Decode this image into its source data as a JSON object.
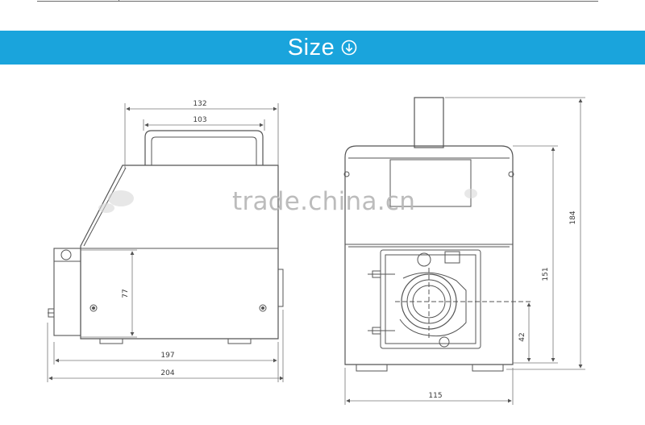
{
  "banner": {
    "title": "Size",
    "icon": "circle-arrow-down-icon",
    "background": "#1aa4dc"
  },
  "watermark": {
    "text": "trade.china.cn"
  },
  "side_view": {
    "handle_outer_width": "132",
    "handle_inner_width": "103",
    "head_height": "77",
    "base_length": "197",
    "overall_length": "204"
  },
  "front_view": {
    "overall_height": "184",
    "body_height": "151",
    "pump_center_height": "42",
    "width": "115"
  }
}
